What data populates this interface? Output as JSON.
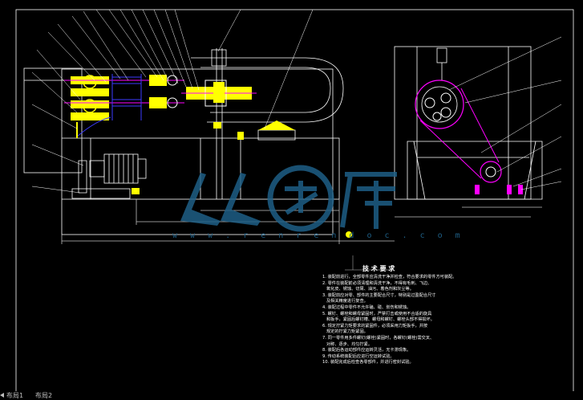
{
  "watermark": {
    "text": "w w w . r e n r e n d o c . c o m",
    "color": "#1e5f86"
  },
  "notes": {
    "title": "技 术 要 求",
    "items": [
      "1. 装配前进行，全部零件应清洗干净并检查，符合要求的零件方可装配。",
      "2. 零件在装配前必须清理和清洗干净，不得有毛刺、飞边、",
      "   氧化皮、锈蚀、切屑、油污、着色剂和灰尘等。",
      "3. 装配前应对零、部件的主要配合尺寸，特别是过盈配合尺寸",
      "   及相关精度进行复查。",
      "4. 装配过程中零件不允许磕、碰、划伤和锈蚀。",
      "5. 螺钉、螺栓和螺母紧固时，严禁打击或使用不合适的旋具",
      "   和扳手，紧固后螺钉槽、螺母和螺钉、螺栓头部不得损坏。",
      "6. 规定拧紧力矩要求的紧固件，必须采用力矩扳手，并按",
      "   规定的拧紧力矩紧固。",
      "7. 同一零件用多件螺钉(螺栓)紧固时，各螺钉(螺栓)需交叉、",
      "   对称、逐步、均匀拧紧。",
      "8. 装配后各运动部件应运转灵活，无卡滞现象。",
      "9. 传动系统装配后应进行空运转试验。",
      "10. 装配完成后检查各零部件，并进行密封试验。"
    ]
  },
  "layout_tabs": [
    {
      "label": "布局1"
    },
    {
      "label": "布局2"
    }
  ],
  "colors": {
    "background": "#000000",
    "line": "#ffffff",
    "part": "#ffff00",
    "blue": "#3b3bff",
    "magenta": "#ff00ff",
    "dim": "#c0c0c0"
  }
}
